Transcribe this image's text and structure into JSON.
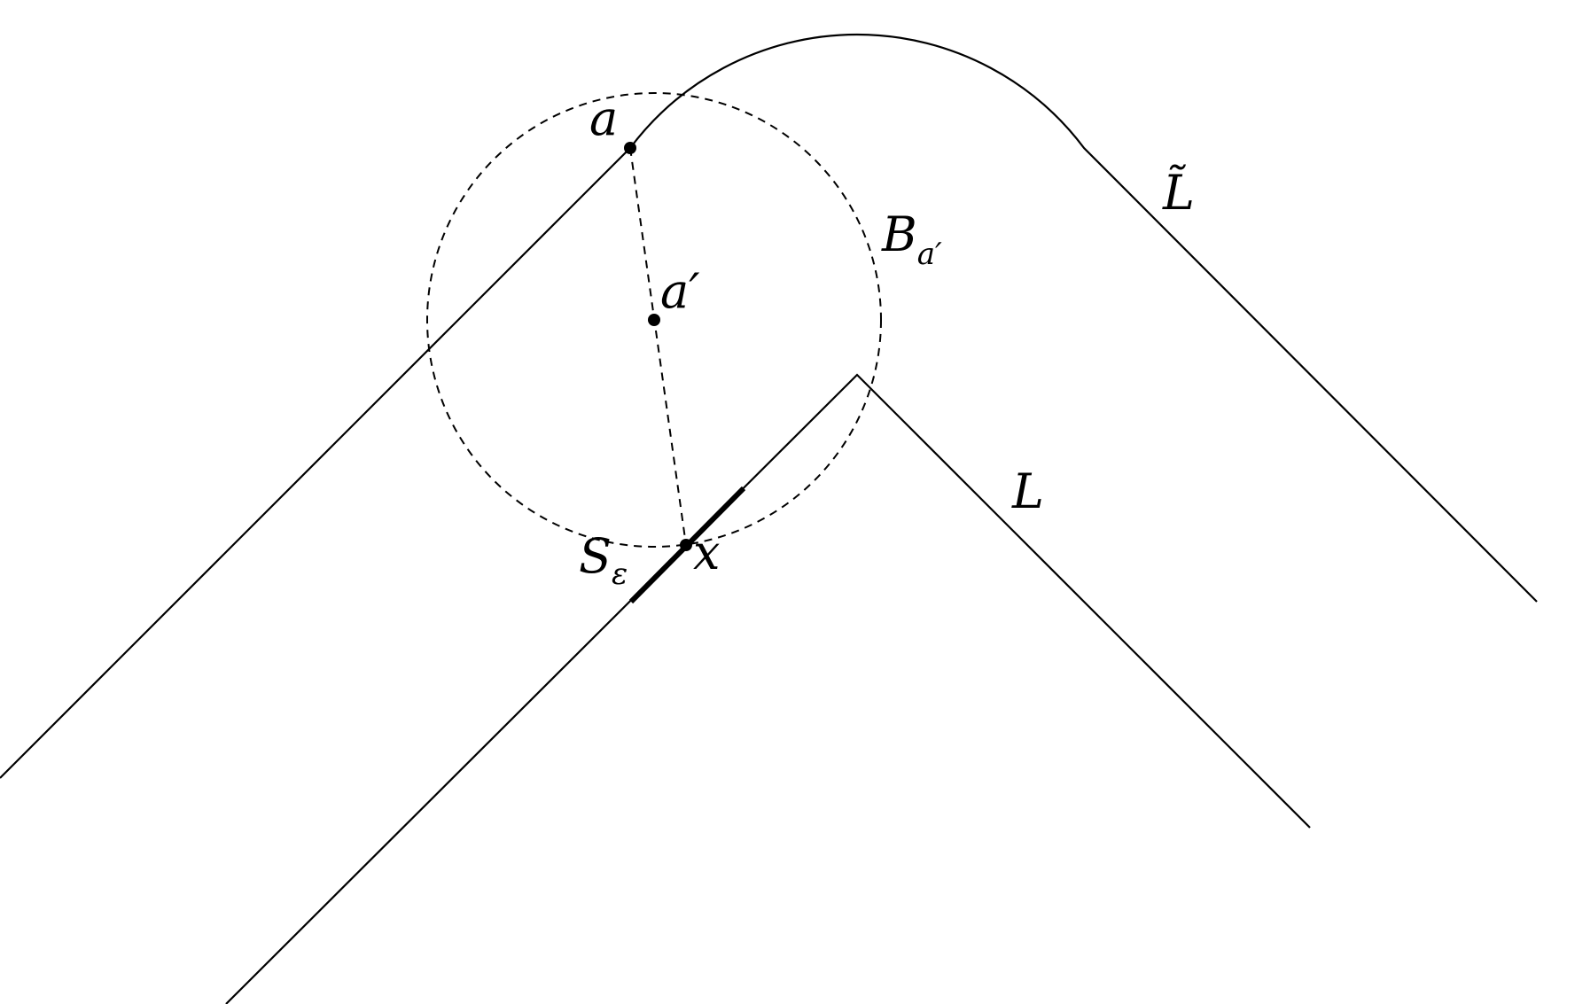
{
  "figure": {
    "labels": {
      "a": "a",
      "a_prime": "a′",
      "ball": {
        "main": "B",
        "sub": "a′"
      },
      "L": "L",
      "L_tilde": "L̃",
      "x": "x",
      "S_eps": {
        "main": "S",
        "sub": "ε"
      }
    },
    "style": {
      "line_color": "#000000",
      "background": "#ffffff"
    }
  }
}
